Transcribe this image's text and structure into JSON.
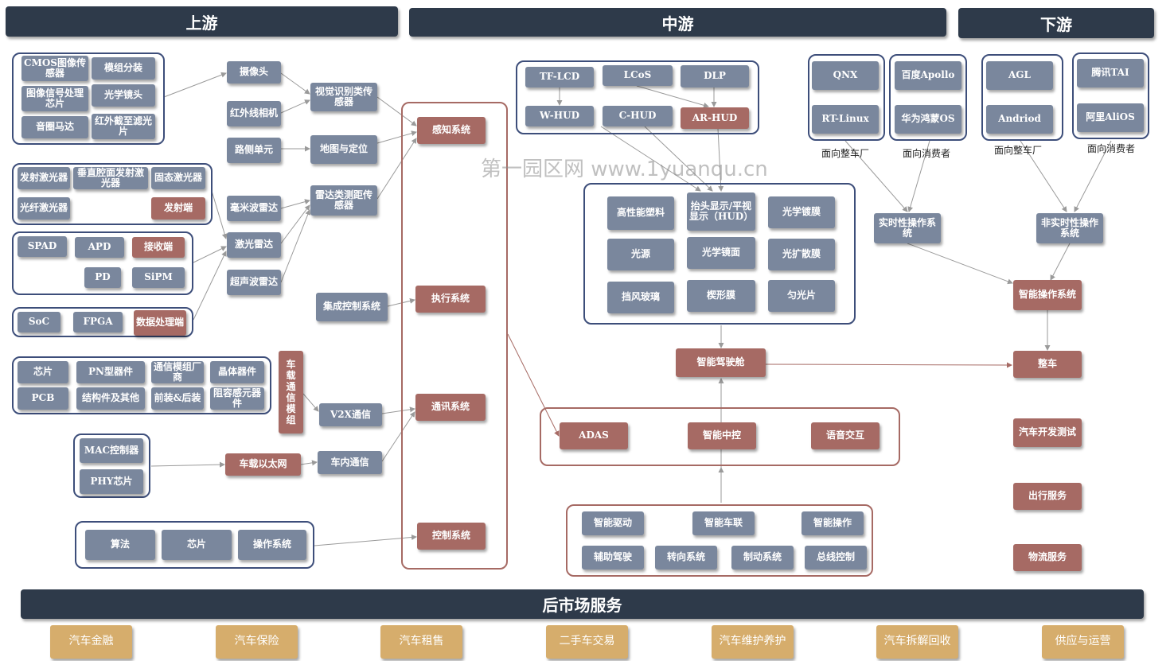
{
  "headers": {
    "upstream": "上游",
    "midstream": "中游",
    "downstream": "下游",
    "aftermarket": "后市场服务"
  },
  "watermark": "第一园区网 www.1yuanqu.cn",
  "labels": {
    "oem1": "面向整车厂",
    "consumer1": "面向消费者",
    "oem2": "面向整车厂",
    "consumer2": "面向消费者"
  },
  "nodes": {
    "cmos": "CMOS图像传感器",
    "module_split": "模组分装",
    "isp": "图像信号处理芯片",
    "optical_lens": "光学镜头",
    "voice_coil": "音圈马达",
    "ir_cut": "红外截至滤光片",
    "camera": "摄像头",
    "ir_camera": "红外线相机",
    "roadside": "路侧单元",
    "visual_sensor": "视觉识别类传感器",
    "map_position": "地图与定位",
    "perception": "感知系统",
    "emit_laser": "发射激光器",
    "vcsel": "垂直腔面发射激光器",
    "solid_laser": "固态激光器",
    "fiber_laser": "光纤激光器",
    "emitter": "发射端",
    "spad": "SPAD",
    "apd": "APD",
    "receiver": "接收端",
    "pd": "PD",
    "sipm": "SiPM",
    "soc": "SoC",
    "fpga": "FPGA",
    "data_proc": "数据处理端",
    "mmwave": "毫米波雷达",
    "lidar": "激光雷达",
    "ultrasonic": "超声波雷达",
    "radar_sensor": "雷达类测距传感器",
    "integrated_ctrl": "集成控制系统",
    "execution": "执行系统",
    "chip_a": "芯片",
    "pn_device": "PN型器件",
    "comm_vendor": "通信模组厂商",
    "crystal": "晶体器件",
    "pcb": "PCB",
    "structural": "结构件及其他",
    "pre_post": "前装&后装",
    "rc_device": "阻容感元器件",
    "v2x_module": "车载通信模组",
    "v2x": "V2X通信",
    "comm_system": "通讯系统",
    "mac_ctrl": "MAC控制器",
    "phy_chip": "PHY芯片",
    "ethernet": "车载以太网",
    "in_vehicle": "车内通信",
    "algorithm": "算法",
    "chip_b": "芯片",
    "os_a": "操作系统",
    "control": "控制系统",
    "tflcd": "TF-LCD",
    "lcos": "LCoS",
    "dlp": "DLP",
    "whud": "W-HUD",
    "chud": "C-HUD",
    "arhud": "AR-HUD",
    "hp_plastic": "高性能塑料",
    "hud": "抬头显示/平视显示（HUD）",
    "optical_film": "光学镀膜",
    "light_source": "光源",
    "optical_mirror": "光学镜面",
    "diffuser": "光扩散膜",
    "windshield": "挡风玻璃",
    "wedge_film": "楔形膜",
    "light_sheet": "匀光片",
    "cockpit": "智能驾驶舱",
    "adas": "ADAS",
    "smart_console": "智能中控",
    "voice": "语音交互",
    "smart_drive": "智能驱动",
    "smart_iov": "智能车联",
    "smart_op": "智能操作",
    "assist_drive": "辅助驾驶",
    "steering": "转向系统",
    "braking": "制动系统",
    "bus_ctrl": "总线控制",
    "qnx": "QNX",
    "rtlinux": "RT-Linux",
    "apollo": "百度Apollo",
    "harmony": "华为鸿蒙OS",
    "agl": "AGL",
    "android": "Andriod",
    "tencent": "腾讯TAI",
    "alios": "阿里AliOS",
    "rtos": "实时性操作系统",
    "nonrtos": "非实时性操作系统",
    "smart_os": "智能操作系统",
    "vehicle": "整车",
    "dev_test": "汽车开发测试",
    "travel": "出行服务",
    "logistics": "物流服务",
    "finance": "汽车金融",
    "insurance": "汽车保险",
    "rental": "汽车租售",
    "used_car": "二手车交易",
    "maintenance": "汽车维护养护",
    "dismantle": "汽车拆解回收",
    "supply": "供应与运营"
  },
  "colors": {
    "header": "#2e3a4a",
    "node_blue": "#7a879d",
    "node_red": "#a66a64",
    "node_gold": "#d6ad6c",
    "group_border_blue": "#3d4e7a",
    "group_border_red": "#a66a64",
    "arrow": "#9a9a9a"
  }
}
